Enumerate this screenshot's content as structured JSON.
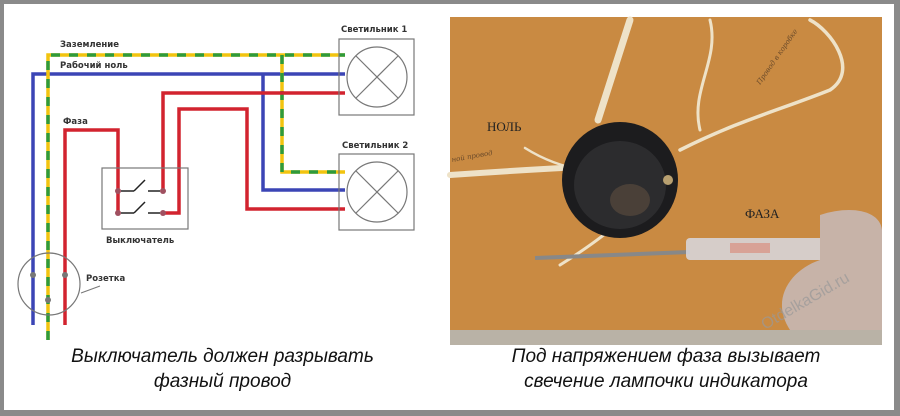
{
  "diagram": {
    "labels": {
      "ground": "Заземление",
      "neutral": "Рабочий ноль",
      "phase": "Фаза",
      "lamp1": "Светильник 1",
      "lamp2": "Светильник 2",
      "switch": "Выключатель",
      "socket": "Розетка"
    },
    "caption_line1": "Выключатель должен разрывать",
    "caption_line2": "фазный провод",
    "colors": {
      "ground_yellow": "#f2c40f",
      "ground_green": "#2e9a3c",
      "neutral": "#3b45b5",
      "phase": "#d2232f"
    }
  },
  "photo": {
    "label_neutral": "НОЛЬ",
    "label_phase": "ФАЗА",
    "handwritten": "Провод в коробке",
    "handwritten2": "ной провод",
    "watermark": "OtdelkaGid.ru",
    "caption_line1": "Под напряжением фаза вызывает",
    "caption_line2": "свечение лампочки индикатора"
  }
}
